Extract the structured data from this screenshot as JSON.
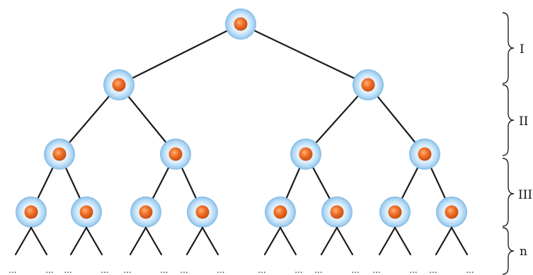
{
  "diagram": {
    "levels": [
      {
        "label": "I"
      },
      {
        "label": "II"
      },
      {
        "label": "III"
      },
      {
        "label": "n"
      }
    ],
    "continuation_symbol": "...",
    "colors": {
      "cell_outer": "#cfe7f8",
      "cell_glow": "#9ccbef",
      "nucleus": "#e8621c",
      "nucleus_highlight": "#ffb27a",
      "edge": "#1a1a1a"
    }
  }
}
